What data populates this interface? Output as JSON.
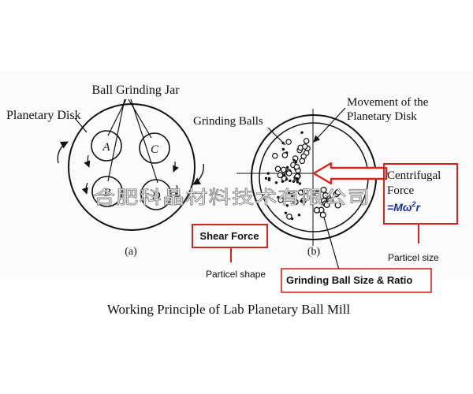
{
  "left_diagram": {
    "jar_group_label": "Ball Grinding Jar",
    "disk_label": "Planetary Disk",
    "jars": [
      "A",
      "C",
      "B",
      "D"
    ],
    "caption": "(a)"
  },
  "right_diagram": {
    "balls_label": "Grinding Balls",
    "movement_label_line1": "Movement of the",
    "movement_label_line2": "Planetary Disk",
    "caption": "(b)"
  },
  "annotations": {
    "centrifugal_line1": "Centrifugal",
    "centrifugal_line2": "Force",
    "formula_prefix": "=Mω",
    "formula_power": "2",
    "formula_suffix": "r",
    "shear_force": "Shear Force",
    "particle_size": "Particel size",
    "particle_shape": "Particel shape",
    "ball_size_ratio": "Grinding Ball Size & Ratio"
  },
  "watermark": "合肥科晶材料技术有限公司",
  "main_title": "Working Principle of Lab Planetary Ball Mill",
  "colors": {
    "accent_red": "#d9231d",
    "formula_blue": "#1a2fa0",
    "watermark_gray": "#8a8a8a"
  }
}
